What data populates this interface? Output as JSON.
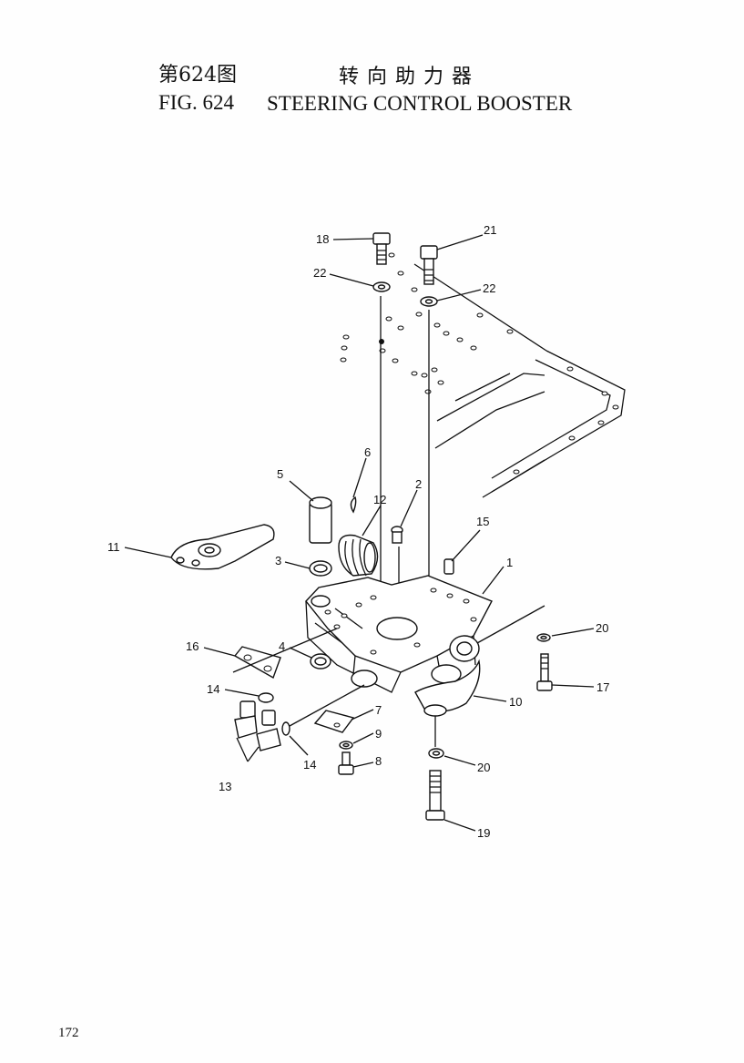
{
  "header": {
    "fig_no_cn": "第624图",
    "title_cn": "转向助力器",
    "fig_no_en": "FIG. 624",
    "title_en": "STEERING CONTROL BOOSTER"
  },
  "callouts": [
    "1",
    "2",
    "3",
    "4",
    "5",
    "6",
    "7",
    "8",
    "9",
    "10",
    "11",
    "12",
    "13",
    "14",
    "14",
    "15",
    "16",
    "17",
    "18",
    "19",
    "20",
    "20",
    "21",
    "22",
    "22"
  ],
  "footer": {
    "page_number": "172"
  }
}
